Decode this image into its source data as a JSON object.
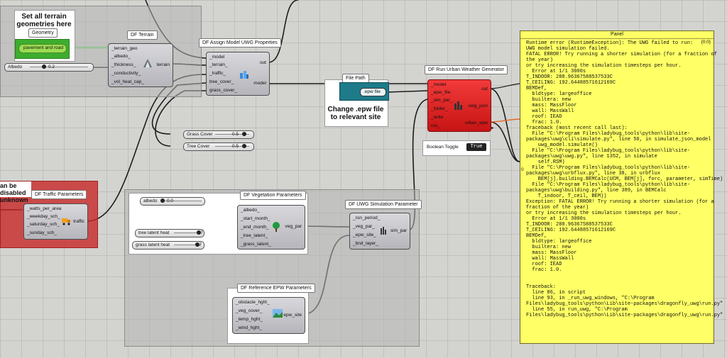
{
  "note_terrain": "Set all terrain geometries here",
  "note_epw": "Change .epw file to relevant site",
  "note_traffic": "an be disabled unknown",
  "geometry": {
    "title": "Geometry",
    "label": "pavement and road"
  },
  "albedo_slider": {
    "label": "Albedo",
    "value": "0.2"
  },
  "df_terrain": {
    "title": "DF Terrain",
    "inputs": [
      "_terrain_geo",
      "_albedo_",
      "_thickness_",
      "_conductivity_",
      "_vol_heat_cap_"
    ],
    "output": "terrain"
  },
  "assign_uwg": {
    "title": "DF Assign Model UWG Properties",
    "inputs": [
      "_model",
      "_terrain_",
      "_traffic_",
      "tree_cover_",
      "grass_cover_"
    ],
    "output": "model",
    "output_top": "out"
  },
  "file_path": {
    "title": "File Path",
    "value": ".epw file"
  },
  "run_uwg": {
    "title": "DF Run Urban Weather Generator",
    "inputs": [
      "_model",
      "_epw_file",
      "_sim_par_",
      "_folder_",
      "_write",
      "run_"
    ],
    "outputs": [
      "out",
      "uwg_json",
      "urban_epw"
    ]
  },
  "boolean_toggle": {
    "label": "Boolean Toggle",
    "value": "True"
  },
  "grass_cover": {
    "label": "Grass Cover",
    "value": "0.5"
  },
  "tree_cover": {
    "label": "Tree Cover",
    "value": "0.5"
  },
  "traffic": {
    "title": "DF Traffic Parameters",
    "inputs": [
      "_watts_per_area",
      "_weekday_sch_",
      "_saturday_sch_",
      "_sunday_sch_"
    ],
    "output": "traffic"
  },
  "vegetation": {
    "title": "DF Vegetation Parameters",
    "inputs": [
      "_albedo_",
      "_start_month_",
      "_end_month_",
      "_tree_latent_",
      "_grass_latent_"
    ],
    "output": "veg_par"
  },
  "veg_albedo": {
    "label": "albedo",
    "value": "0.0"
  },
  "tree_latent": {
    "label": "tree latent heat",
    "value": "0.7"
  },
  "grass_latent": {
    "label": "grass latent heat",
    "value": "0.7"
  },
  "sim_par": {
    "title": "DF UWG Simulation Parameter",
    "inputs": [
      "_run_period_",
      "_veg_par_",
      "_epw_site_",
      "_bnd_layer_"
    ],
    "output": "sim_par"
  },
  "epw_params": {
    "title": "DF Reference EPW Parameters",
    "inputs": [
      "_obstacle_hght_",
      "_veg_cover_",
      "_temp_hght_",
      "_wind_hght_"
    ],
    "output": "epw_site"
  },
  "panel": {
    "title": "Panel",
    "index": "{0;0}",
    "row_index": "0",
    "text": "Runtime error (RuntimeException): The UWG failed to run:\nUWG model simulation failed.\nFATAL ERROR! Try running a shorter simulation (for a fraction of\nthe year)\nor try increasing the simulation timesteps per hour.\n  Error at 1/1 3000s\nT_INDOOR: 288.96367588537533C\nT_CEILING: 192.64488571612169C\nBEMDef,\n  bldtype: largeoffice\n  builtera: new\n  mass: MassFloor\n  wall: MassWall\n  roof: IEAD\n  frac: 1.0.\nTraceback (most recent call last):\n  File \"C:\\Program Files\\ladybug_tools\\python\\lib\\site-\npackages\\uwg\\cli\\simulate.py\", line 50, in simulate_json_model\n    uwg_model.simulate()\n  File \"C:\\Program Files\\ladybug_tools\\python\\lib\\site-\npackages\\uwg\\uwg.py\", line 1352, in simulate\n    self.RSM)\n  File \"C:\\Program Files\\ladybug_tools\\python\\lib\\site-\npackages\\uwg\\urbflux.py\", line 38, in urbflux\n    BEM[j].building.BEMCalc(UCM, BEM[j], forc, parameter, simTime)\n  File \"C:\\Program Files\\ladybug_tools\\python\\lib\\site-\npackages\\uwg\\building.py\", line 389, in BEMCalc\n    T_indoor, T_ceil, BEM))\nException: FATAL ERROR! Try running a shorter simulation (for a\nfraction of the year)\nor try increasing the simulation timesteps per hour.\n  Error at 1/1 3000s\nT_INDOOR: 288.96367588537533C\nT_CEILING: 192.64488571612169C\nBEMDef,\n  bldtype: largeoffice\n  builtera: new\n  mass: MassFloor\n  wall: MassWall\n  roof: IEAD\n  frac: 1.0.\n\n\nTraceback:\n  line 86, in script\n  line 93, in _run_uwg_windows, \"C:\\Program\nFiles\\ladybug_tools\\python\\Lib\\site-packages\\dragonfly_uwg\\run.py\"\n  line 55, in run_uwg, \"C:\\Program\nFiles\\ladybug_tools\\python\\Lib\\site-packages\\dragonfly_uwg\\run.py\""
  }
}
